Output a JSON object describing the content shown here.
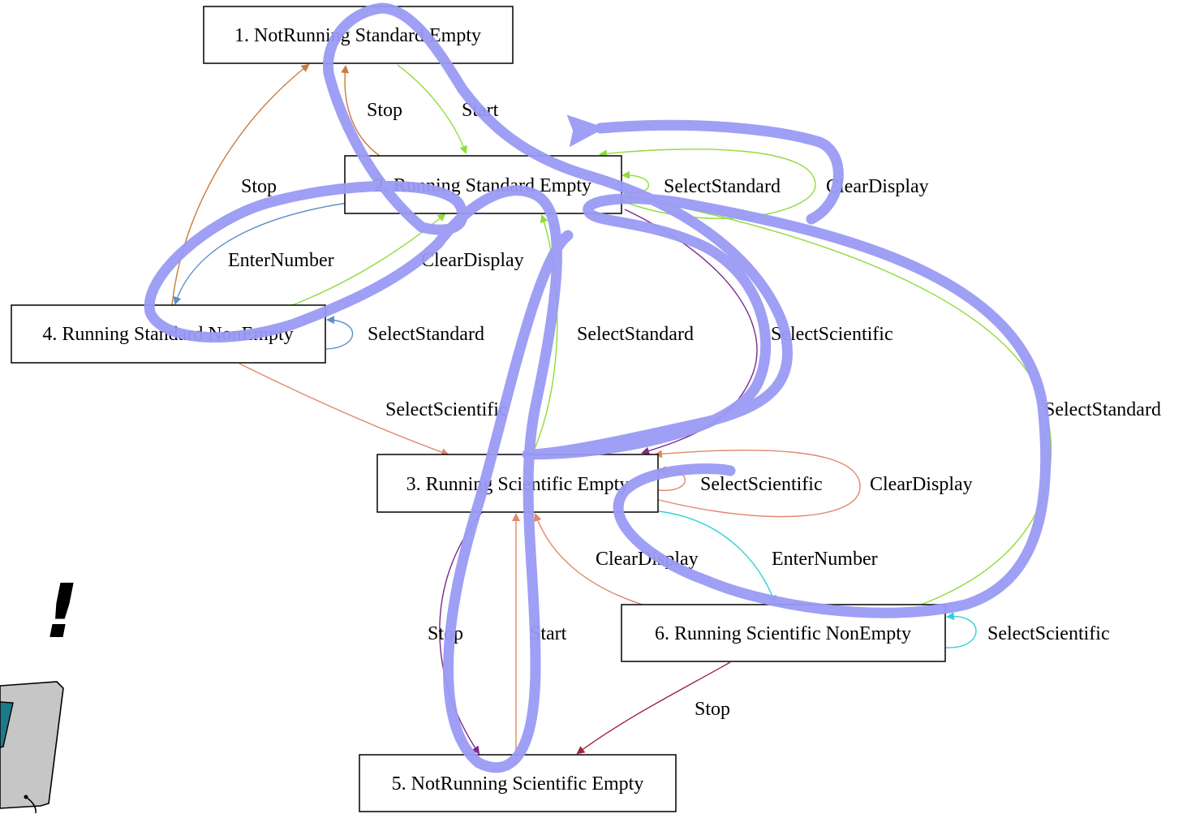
{
  "nodes": {
    "n1": "1. NotRunning Standard Empty",
    "n2": "2. Running Standard Empty",
    "n3": "3. Running Scientific Empty",
    "n4": "4. Running Standard NonEmpty",
    "n5": "5. NotRunning Scientific Empty",
    "n6": "6. Running Scientific NonEmpty"
  },
  "edges": {
    "e2_1_stop": "Stop",
    "e1_2_start": "Start",
    "e4_1_stop": "Stop",
    "e2_2_selectstandard": "SelectStandard",
    "e2_2_cleardisplay": "ClearDisplay",
    "e2_4_enternumber": "EnterNumber",
    "e4_2_cleardisplay": "ClearDisplay",
    "e4_4_selectstandard": "SelectStandard",
    "e3_2_selectstandard": "SelectStandard",
    "e2_3_selectscientific": "SelectScientific",
    "e6_2_selectstandard": "SelectStandard",
    "e4_3_selectscientific": "SelectScientific",
    "e3_3_selectscientific": "SelectScientific",
    "e3_3_cleardisplay": "ClearDisplay",
    "e6_3_cleardisplay": "ClearDisplay",
    "e3_6_enternumber": "EnterNumber",
    "e3_5_stop": "Stop",
    "e5_3_start": "Start",
    "e6_6_selectscientific": "SelectScientific",
    "e6_5_stop": "Stop"
  },
  "colors": {
    "orange": "#cc7a3a",
    "green": "#8fdc3a",
    "blue": "#5b8fc8",
    "salmon": "#e0886a",
    "cyan": "#2fd0d8",
    "crimson": "#a0243c",
    "scribble": "#9a9af5"
  },
  "decor": {
    "exclamation": "!"
  }
}
